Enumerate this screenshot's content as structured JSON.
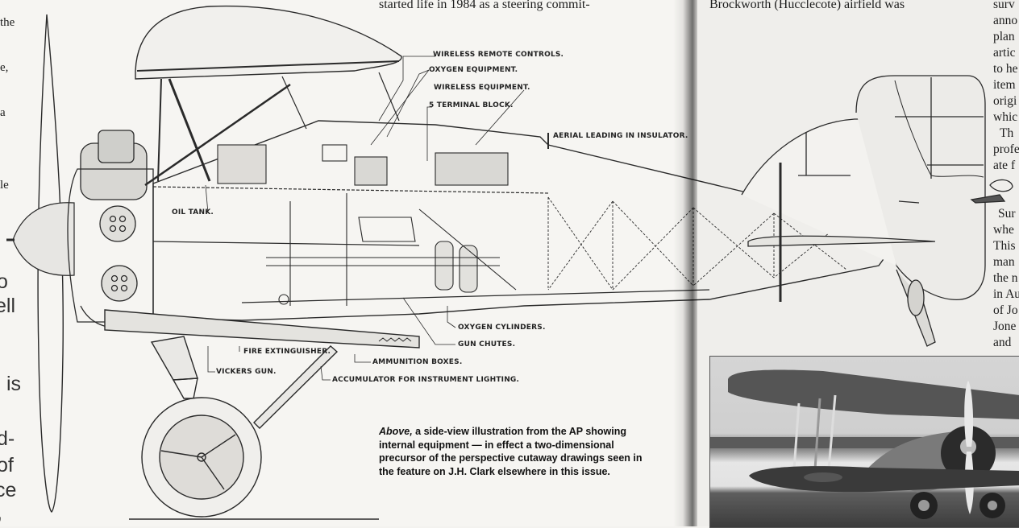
{
  "left_column_fragments": {
    "serif_lines": [
      "the",
      "e,",
      "a",
      "le"
    ],
    "sans_lines": [
      "o",
      "ell",
      ",",
      "is",
      "d-",
      "of",
      "ce",
      ","
    ]
  },
  "center_column_top_line": "started life in 1984 as a steering commit-",
  "right_column_top_line": "Brockworth (Hucclecote) airfield was",
  "far_right_column": {
    "para1": [
      "surv",
      "anno",
      "plan",
      "artic",
      "to he",
      "item",
      "origi",
      "whic"
    ],
    "para2": [
      "Th",
      "profe",
      "ate f"
    ],
    "para3": [
      "Sur",
      "whe",
      "This",
      "man",
      "the n",
      "in Au",
      "of Jo",
      "Jone",
      "and "
    ]
  },
  "illustration": {
    "subject": "biplane side-view internal equipment drawing",
    "callouts": {
      "wireless_remote_controls": "WIRELESS REMOTE CONTROLS.",
      "oxygen_equipment": "OXYGEN EQUIPMENT.",
      "wireless_equipment": "WIRELESS EQUIPMENT.",
      "terminal_block": "5 TERMINAL BLOCK.",
      "aerial": "AERIAL LEADING IN INSULATOR.",
      "oil_tank": "OIL TANK.",
      "oxygen_cylinders": "OXYGEN CYLINDERS.",
      "gun_chutes": "GUN CHUTES.",
      "fire_extinguisher": "FIRE EXTINGUISHER.",
      "ammunition_boxes": "AMMUNITION BOXES.",
      "vickers_gun": "VICKERS GUN.",
      "accumulator": "ACCUMULATOR FOR INSTRUMENT LIGHTING."
    }
  },
  "caption": {
    "lead": "Above,",
    "text": " a side-view illustration from the AP showing internal equipment — in effect a two-dimensional precursor of the perspective cutaway drawings seen in the feature on J.H. Clark elsewhere in this issue."
  },
  "photo": {
    "subject": "biplane on airfield photograph"
  }
}
